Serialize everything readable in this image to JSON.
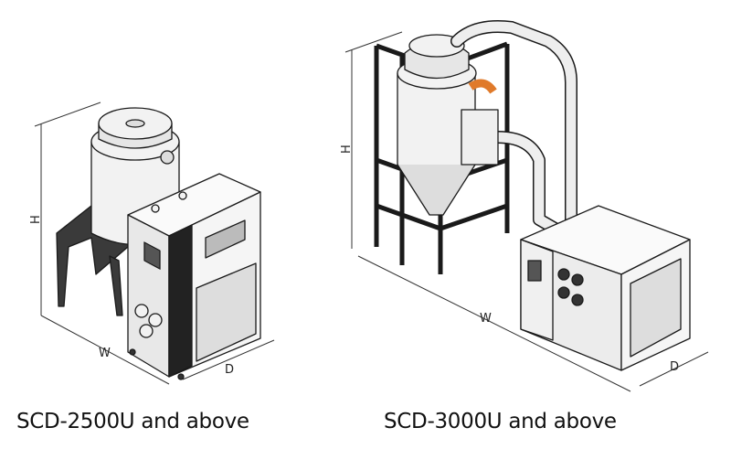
{
  "left_unit": {
    "caption": "SCD-2500U and above",
    "dim_h": "H",
    "dim_w": "W",
    "dim_d": "D"
  },
  "right_unit": {
    "caption": "SCD-3000U and above",
    "dim_h": "H",
    "dim_w": "W",
    "dim_d": "D"
  },
  "colors": {
    "line": "#1a1a1a",
    "body": "#f2f2f2",
    "shade": "#c9c9c9",
    "pipe_accent": "#e07a2a"
  }
}
